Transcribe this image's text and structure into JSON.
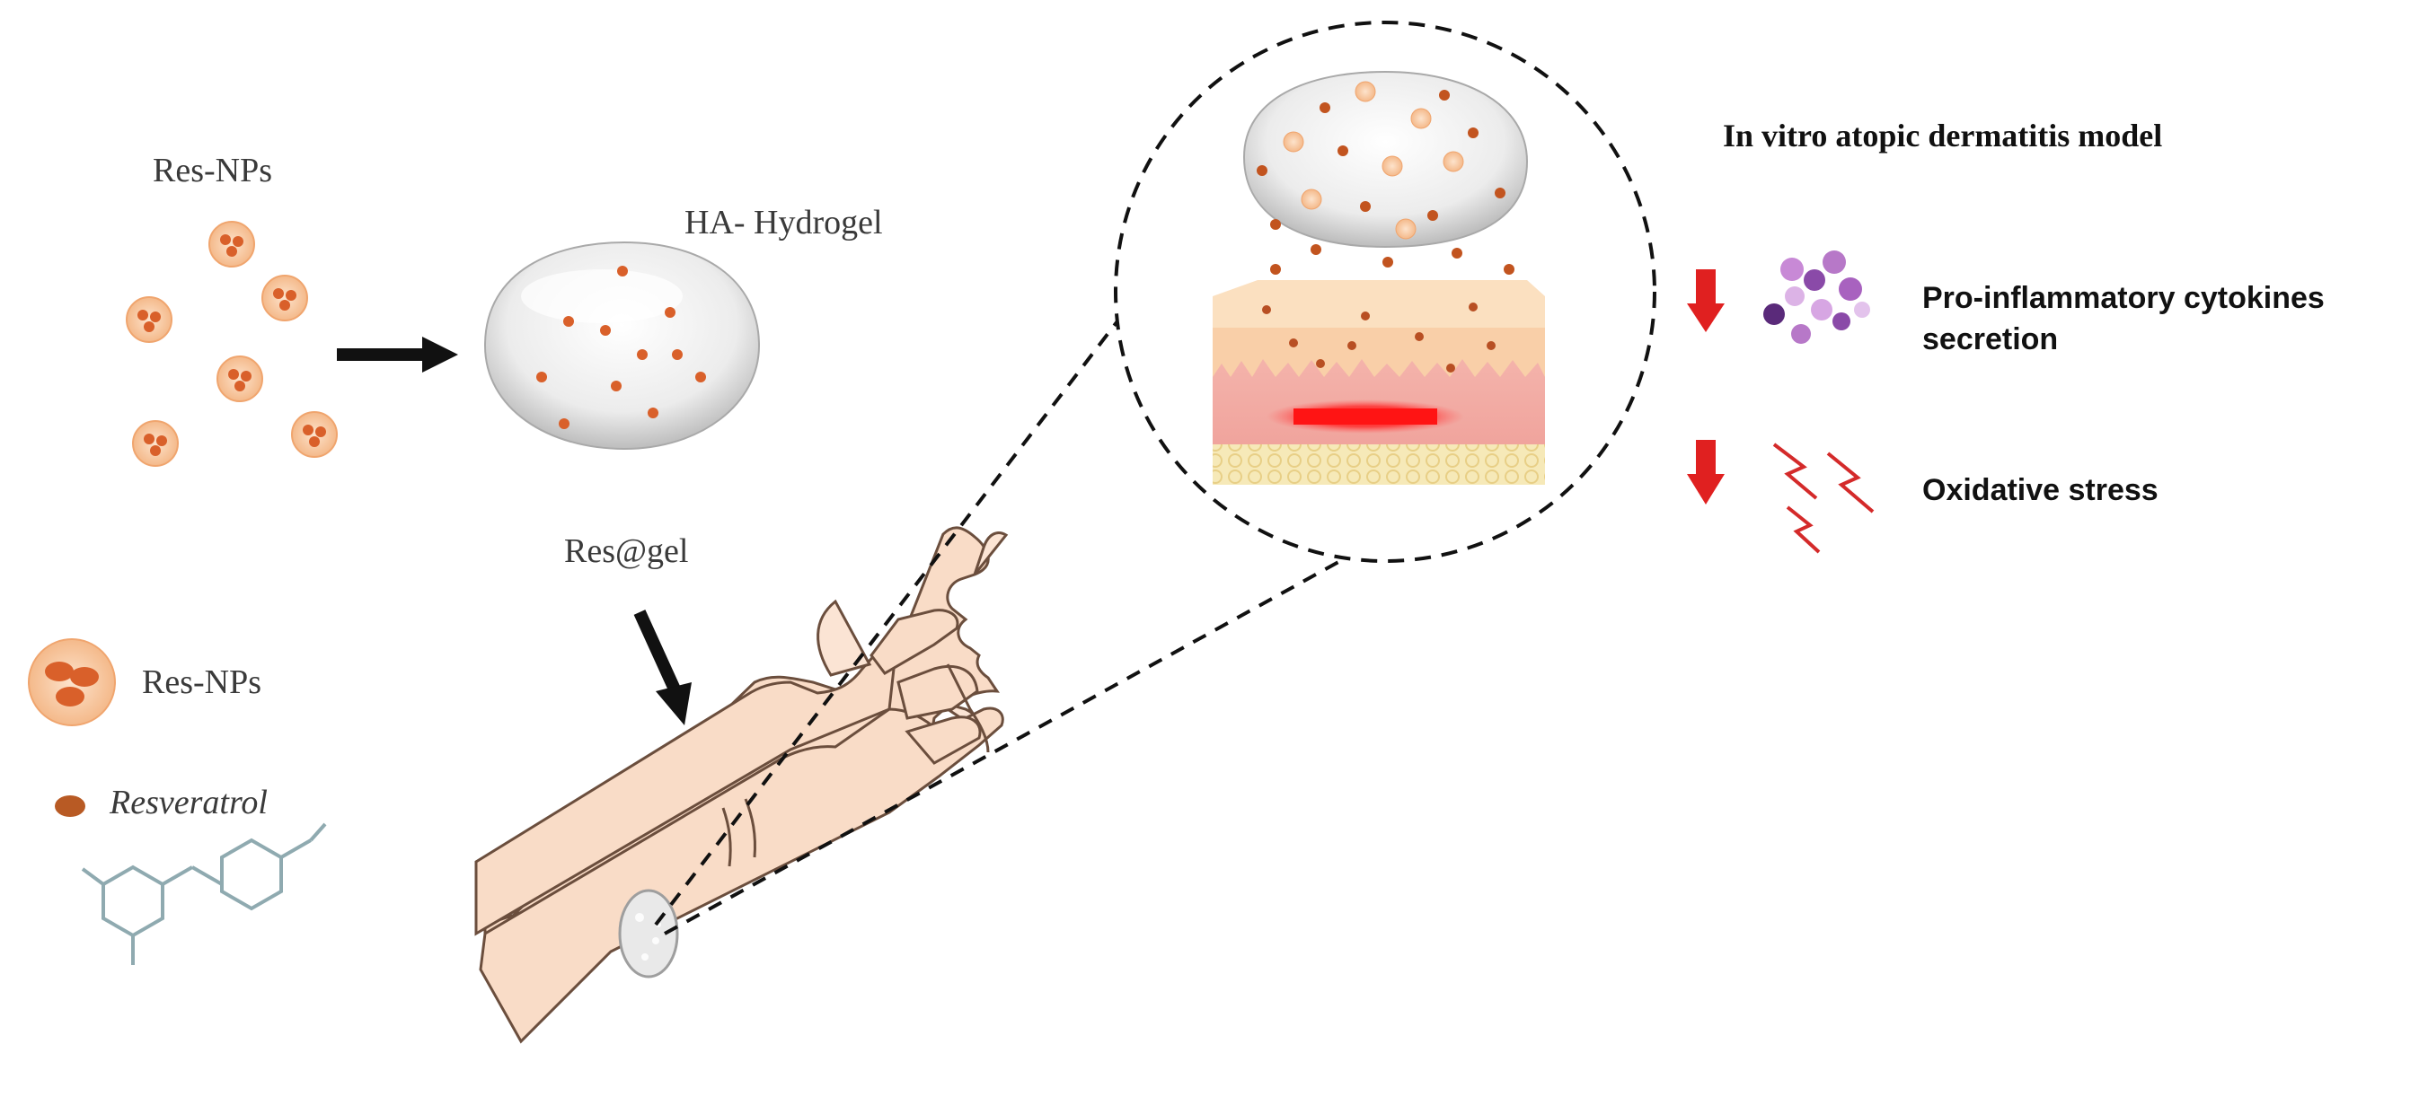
{
  "labels": {
    "res_nps_top": "Res-NPs",
    "ha_hydrogel": "HA- Hydrogel",
    "res_gel": "Res@gel",
    "legend_res_nps": "Res-NPs",
    "legend_resveratrol": "Resveratrol"
  },
  "model": {
    "title": "In vitro atopic dermatitis model",
    "effect_1_line_1": "Pro-inflammatory cytokines",
    "effect_1_line_2": "secretion",
    "effect_2": "Oxidative stress"
  },
  "colors": {
    "nanoparticle": "#f6c49c",
    "nanoparticle_core": "#d9602a",
    "resveratrol_dot": "#b85a24",
    "hydrogel": "#e6e6e6",
    "skin": "#f7d5bd",
    "decrease_arrow": "#e02020",
    "lightning": "#d42a2a",
    "cytokine": "#8a4aa8"
  },
  "icons": [
    "arrow-right-icon",
    "arrow-down-icon",
    "magnifier-circle-icon",
    "skin-layers-icon",
    "hand-icon",
    "decrease-arrow-icon",
    "cytokine-cells-icon",
    "lightning-icon",
    "molecule-structure-icon"
  ]
}
